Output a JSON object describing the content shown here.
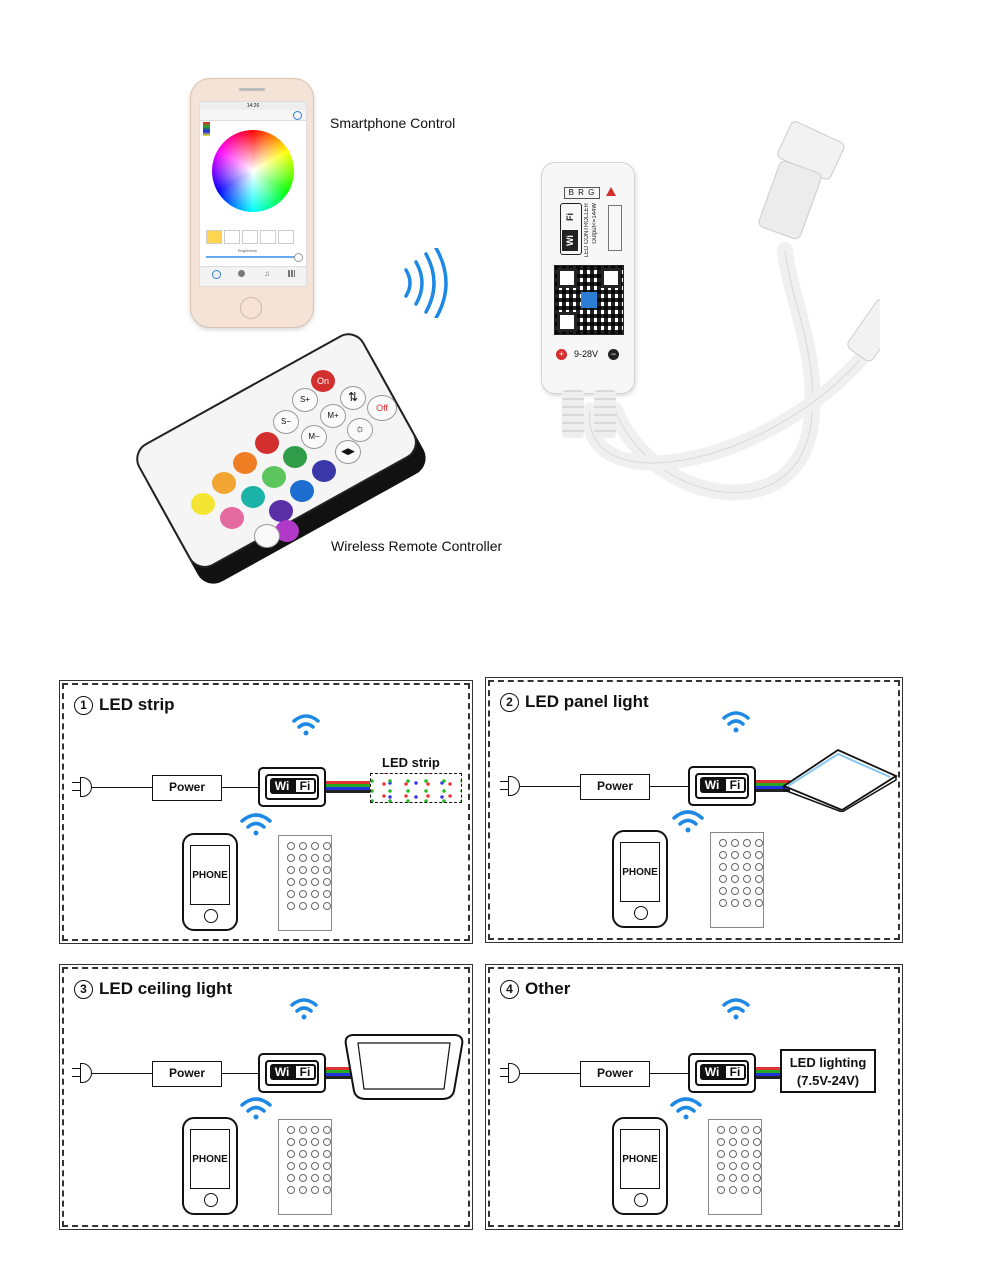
{
  "top": {
    "smartphone_label": "Smartphone Control",
    "remote_label": "Wireless Remote Controller",
    "phone_screen": {
      "time": "14:26",
      "brightness_label": "Brightness",
      "tabs": [
        "COLORS",
        "FUNCTIONS",
        "MUSIC",
        "FUNCTIONS"
      ]
    },
    "controller": {
      "color_order": "B R G",
      "brand_wi": "Wi",
      "brand_fi": "Fi",
      "line1": "LED CONTROLLER",
      "line2": "Output<=144W",
      "voltage": "9-28V",
      "plus": "+",
      "minus": "−"
    },
    "remote_buttons": {
      "on": "On",
      "off": "Off",
      "s_plus": "S+",
      "s_minus": "S−",
      "m_plus": "M+",
      "m_minus": "M−"
    }
  },
  "panels": [
    {
      "num": "1",
      "title": "LED strip",
      "power": "Power",
      "wi": "Wi",
      "fi": "Fi",
      "phone": "PHONE",
      "target": "LED strip"
    },
    {
      "num": "2",
      "title": "LED panel light",
      "power": "Power",
      "wi": "Wi",
      "fi": "Fi",
      "phone": "PHONE"
    },
    {
      "num": "3",
      "title": "LED ceiling light",
      "power": "Power",
      "wi": "Wi",
      "fi": "Fi",
      "phone": "PHONE"
    },
    {
      "num": "4",
      "title": "Other",
      "power": "Power",
      "wi": "Wi",
      "fi": "Fi",
      "phone": "PHONE",
      "target_line1": "LED lighting",
      "target_line2": "(7.5V-24V)"
    }
  ],
  "colors": {
    "wifi_blue": "#1e88e5",
    "remote_red": "#d32f2f",
    "outline": "#111111"
  }
}
